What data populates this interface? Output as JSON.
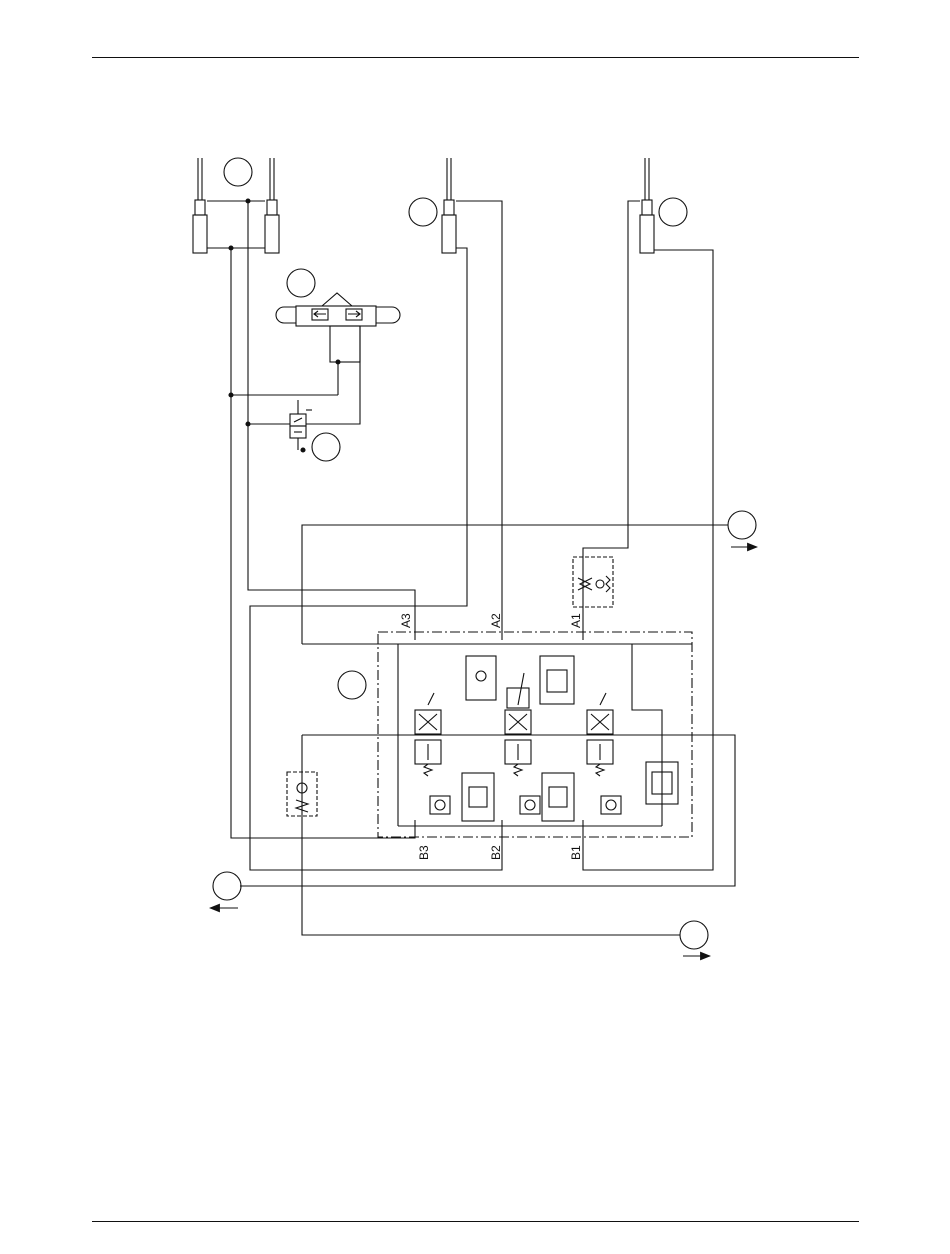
{
  "ports": {
    "a1": "A1",
    "a2": "A2",
    "a3": "A3",
    "b1": "B1",
    "b2": "B2",
    "b3": "B3"
  },
  "colors": {
    "line": "#111111",
    "background": "#ffffff"
  }
}
